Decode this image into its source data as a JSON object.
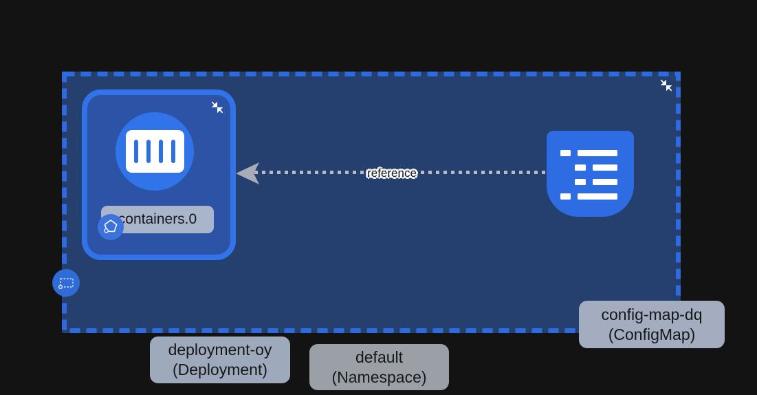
{
  "colors": {
    "canvas_background": "#131313",
    "namespace_fill": "#25406F",
    "namespace_dashed_border": "#2E6BE0",
    "deployment_fill": "#2C53A6",
    "deployment_border": "#3273EA",
    "kube_icon_blue": "#2E6CE4",
    "edge_gray": "#A7ACB6",
    "label_text": "#15171B",
    "containers_label_bg": "#A9B5CB",
    "deployment_label_bg": "#9EA9BB",
    "configmap_label_bg": "#A3ADBF",
    "namespace_label_bg": "#9BA0A6"
  },
  "namespace": {
    "name": "default",
    "kind": "Namespace",
    "label_line1": "default",
    "label_line2": "(Namespace)"
  },
  "deployment": {
    "name": "deployment-oy",
    "kind": "Deployment",
    "label_line1": "deployment-oy",
    "label_line2": "(Deployment)",
    "container_label": "containers.0"
  },
  "configmap": {
    "name": "config-map-dq",
    "kind": "ConfigMap",
    "label_line1": "config-map-dq",
    "label_line2": "(ConfigMap)"
  },
  "edge": {
    "label": "reference",
    "style": "dotted",
    "direction": "configmap-to-deployment-container"
  },
  "icons": {
    "collapse": "collapse-arrows-icon",
    "container": "container-bars-icon",
    "pod_badge": "pentagon-pod-icon",
    "namespace_badge": "dashed-rect-icon",
    "configmap": "configmap-list-icon"
  }
}
